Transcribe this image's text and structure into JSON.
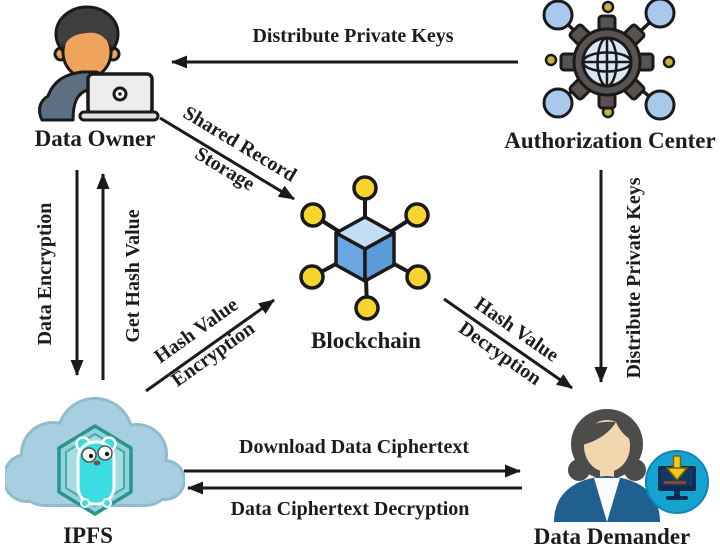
{
  "nodes": {
    "data_owner": "Data Owner",
    "authorization_center": "Authorization Center",
    "blockchain": "Blockchain",
    "ipfs": "IPFS",
    "data_demander": "Data Demander"
  },
  "edges": {
    "distribute_keys_top": "Distribute Private Keys",
    "shared_record_line1": "Shared Record",
    "shared_record_line2": "Storage",
    "data_encryption": "Data Encryption",
    "get_hash_value": "Get Hash Value",
    "hash_value_enc_line1": "Hash Value",
    "hash_value_enc_line2": "Encryption",
    "hash_value_dec_line1": "Hash Value",
    "hash_value_dec_line2": "Decryption",
    "distribute_keys_right": "Distribute Private Keys",
    "download_ciphertext": "Download Data Ciphertext",
    "ciphertext_decryption": "Data Ciphertext Decryption"
  },
  "colors": {
    "arrow": "#1a1a1a",
    "cube_top": "#c3ddf5",
    "cube_left": "#6aa7e0",
    "cube_right": "#5b9ad8",
    "node_yellow": "#f7d42e",
    "cloud_blue": "#a8cfdf",
    "hexagon_teal": "#93d2da",
    "gopher_cyan": "#3bdce2",
    "gear_dark": "#575350",
    "link_circle_blue": "#a9c9ec",
    "globe_blue": "#d9e6f4",
    "blazer_navy": "#20608f",
    "badge_blue": "#14a3cf",
    "skin_owner": "#f0a35b",
    "skin_demander": "#f2d6ae",
    "shirt_slate": "#5c7082"
  }
}
